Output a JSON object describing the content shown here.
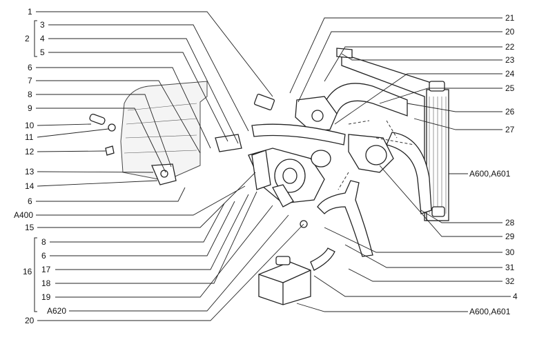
{
  "callouts_left": [
    {
      "id": "l1",
      "text": "1"
    },
    {
      "id": "l3",
      "text": "3"
    },
    {
      "id": "l4",
      "text": "4"
    },
    {
      "id": "l5",
      "text": "5"
    },
    {
      "id": "l6a",
      "text": "6"
    },
    {
      "id": "l7",
      "text": "7"
    },
    {
      "id": "l8a",
      "text": "8"
    },
    {
      "id": "l9",
      "text": "9"
    },
    {
      "id": "l10",
      "text": "10"
    },
    {
      "id": "l11",
      "text": "11"
    },
    {
      "id": "l12",
      "text": "12"
    },
    {
      "id": "l13",
      "text": "13"
    },
    {
      "id": "l14",
      "text": "14"
    },
    {
      "id": "l6b",
      "text": "6"
    },
    {
      "id": "lA400",
      "text": "A400"
    },
    {
      "id": "l15",
      "text": "15"
    },
    {
      "id": "l8b",
      "text": "8"
    },
    {
      "id": "l6c",
      "text": "6"
    },
    {
      "id": "l17",
      "text": "17"
    },
    {
      "id": "l18",
      "text": "18"
    },
    {
      "id": "l19",
      "text": "19"
    },
    {
      "id": "lA620",
      "text": "A620"
    },
    {
      "id": "l20b",
      "text": "20"
    }
  ],
  "group_labels": [
    {
      "id": "g2",
      "text": "2"
    },
    {
      "id": "g16",
      "text": "16"
    }
  ],
  "callouts_right": [
    {
      "id": "r21",
      "text": "21"
    },
    {
      "id": "r20",
      "text": "20"
    },
    {
      "id": "r22",
      "text": "22"
    },
    {
      "id": "r23",
      "text": "23"
    },
    {
      "id": "r24",
      "text": "24"
    },
    {
      "id": "r25",
      "text": "25"
    },
    {
      "id": "r26",
      "text": "26"
    },
    {
      "id": "r27",
      "text": "27"
    },
    {
      "id": "rA600a",
      "text": "A600,A601"
    },
    {
      "id": "r28",
      "text": "28"
    },
    {
      "id": "r29",
      "text": "29"
    },
    {
      "id": "r30",
      "text": "30"
    },
    {
      "id": "r31",
      "text": "31"
    },
    {
      "id": "r32",
      "text": "32"
    },
    {
      "id": "r4",
      "text": "4"
    },
    {
      "id": "rA600b",
      "text": "A600,A601"
    }
  ],
  "colors": {
    "line": "#222222",
    "background": "#ffffff"
  }
}
